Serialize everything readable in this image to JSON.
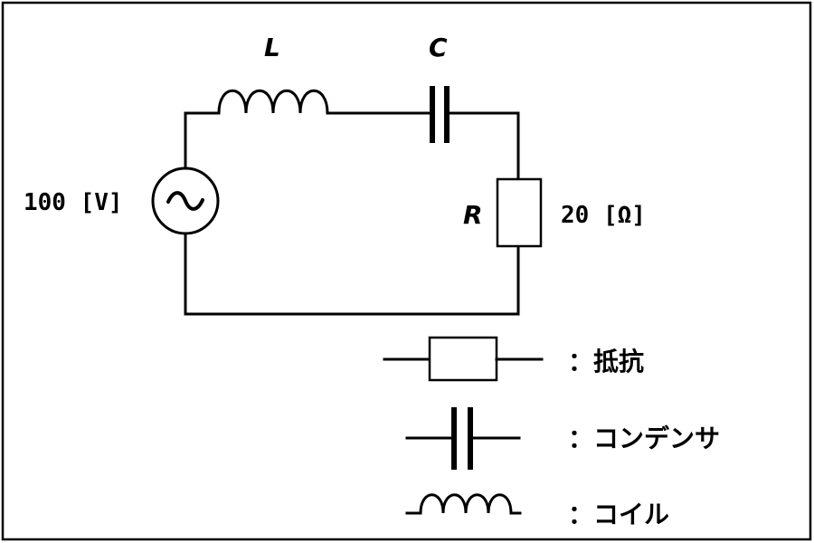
{
  "diagram": {
    "source": {
      "value_label": "100 [V]"
    },
    "inductor": {
      "symbol": "L"
    },
    "capacitor": {
      "symbol": "C"
    },
    "resistor": {
      "symbol": "R",
      "value_label": "20 [Ω]"
    },
    "legend": [
      {
        "label": "：抵抗"
      },
      {
        "label": "：コンデンサ"
      },
      {
        "label": "：コイル"
      }
    ]
  }
}
